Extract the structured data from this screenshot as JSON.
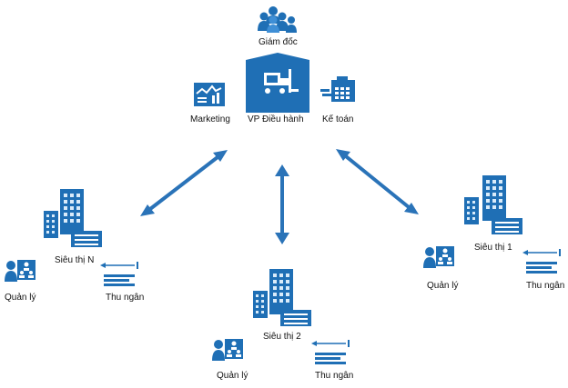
{
  "head_office": {
    "director": "Giám đốc",
    "marketing": "Marketing",
    "vp": "VP Điều hành",
    "accounting": "Kế toán"
  },
  "branches": {
    "store_n": {
      "name": "Siêu thị N",
      "manager": "Quản lý",
      "cashier": "Thu ngân"
    },
    "store_1": {
      "name": "Siêu thị 1",
      "manager": "Quản lý",
      "cashier": "Thu ngân"
    },
    "store_2": {
      "name": "Siêu thị 2",
      "manager": "Quản lý",
      "cashier": "Thu ngân"
    }
  },
  "colors": {
    "primary": "#1f6fb5",
    "light": "#3f8fd6",
    "arrow": "#2a73b8"
  }
}
